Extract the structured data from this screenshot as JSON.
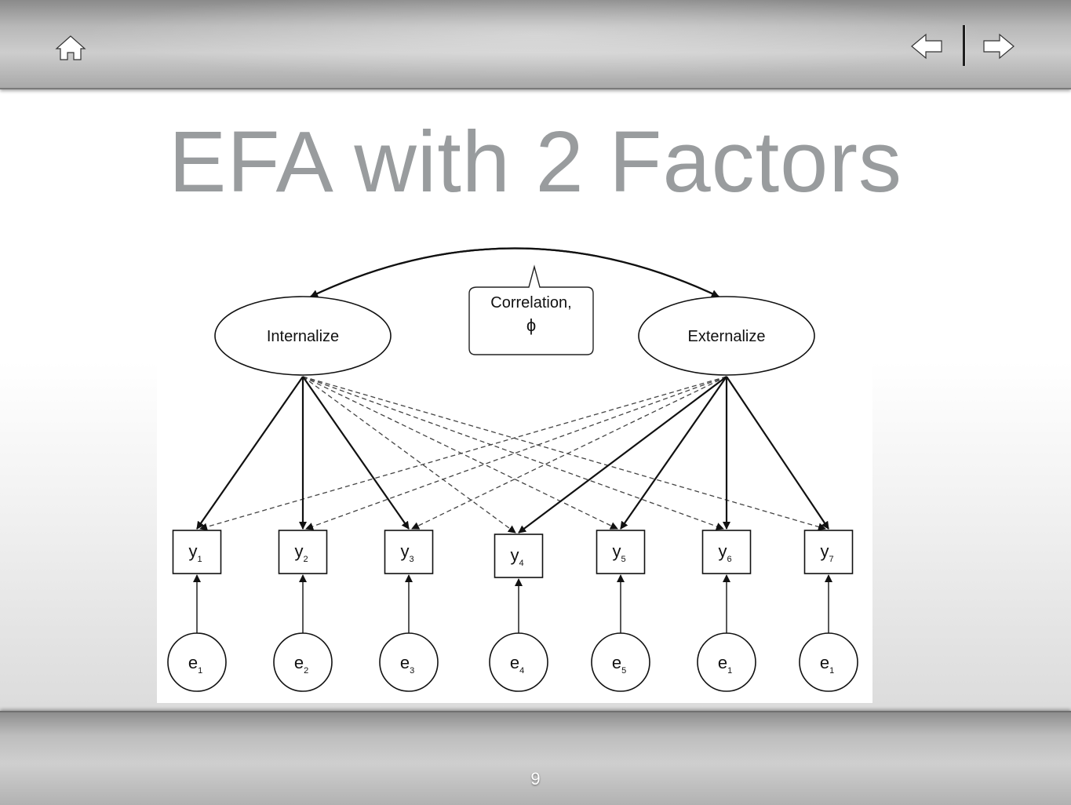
{
  "nav": {
    "home_icon": "home-icon",
    "prev_icon": "arrow-left-icon",
    "next_icon": "arrow-right-icon",
    "icon_color": "#ffffff"
  },
  "slide": {
    "title": "EFA with 2 Factors",
    "page_number": "9"
  },
  "diagram": {
    "factors": [
      {
        "id": "internalize",
        "label": "Internalize"
      },
      {
        "id": "externalize",
        "label": "Externalize"
      }
    ],
    "correlation_callout": {
      "line1": "Correlation,",
      "line2": "ϕ"
    },
    "indicators": [
      {
        "base": "y",
        "sub": "1"
      },
      {
        "base": "y",
        "sub": "2"
      },
      {
        "base": "y",
        "sub": "3"
      },
      {
        "base": "y",
        "sub": "4"
      },
      {
        "base": "y",
        "sub": "5"
      },
      {
        "base": "y",
        "sub": "6"
      },
      {
        "base": "y",
        "sub": "7"
      }
    ],
    "errors": [
      {
        "base": "e",
        "sub": "1"
      },
      {
        "base": "e",
        "sub": "2"
      },
      {
        "base": "e",
        "sub": "3"
      },
      {
        "base": "e",
        "sub": "4"
      },
      {
        "base": "e",
        "sub": "5"
      },
      {
        "base": "e",
        "sub": "1"
      },
      {
        "base": "e",
        "sub": "1"
      }
    ],
    "primary_loadings": {
      "internalize": [
        1,
        2,
        3
      ],
      "externalize": [
        4,
        5,
        6,
        7
      ]
    },
    "cross_loadings": {
      "internalize": [
        4,
        5,
        6,
        7
      ],
      "externalize": [
        1,
        2,
        3
      ]
    }
  }
}
